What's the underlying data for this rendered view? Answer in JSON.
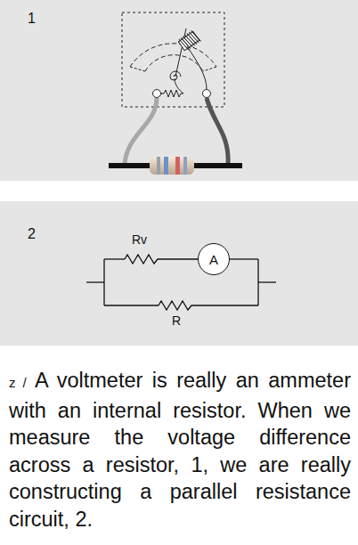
{
  "diagram": {
    "caption": "A voltmeter is really an ammeter with an internal resistor. When we measure the voltage difference across a resistor, 1, we are really constructing a parallel resistance circuit, 2.",
    "nodes": [
      {
        "text": [
          "A"
        ]
      }
    ],
    "labels": [
      "1",
      "2",
      "Rv",
      "R",
      "z /"
    ]
  }
}
